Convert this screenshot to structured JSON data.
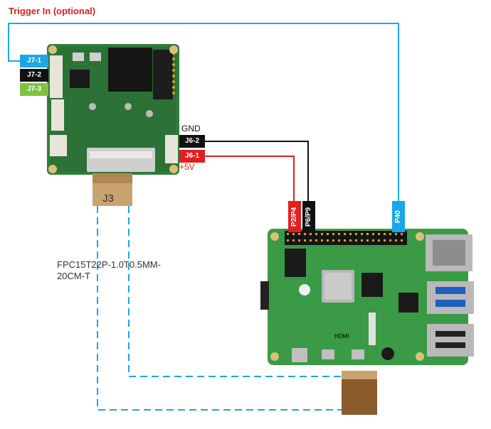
{
  "title": "Trigger In (optional)",
  "j7_labels": [
    "J7-1",
    "J7-2",
    "J7-3"
  ],
  "j6": {
    "gnd_text": "GND",
    "j6_2": "J6-2",
    "j6_1": "J6-1",
    "plus5v": "+5V"
  },
  "j3_label": "J3",
  "fpc_label": "FPC15T22P-1.0T0.5MM-20CM-T",
  "pi_pins": [
    "P2/P4",
    "P6/P9",
    "P40"
  ],
  "colors": {
    "trigger": "#1aa7e8",
    "gnd": "#111111",
    "power": "#e02020",
    "signal_green": "#7cc342",
    "pcb": "#2f7d3a",
    "pi_pcb": "#3a9a45"
  }
}
